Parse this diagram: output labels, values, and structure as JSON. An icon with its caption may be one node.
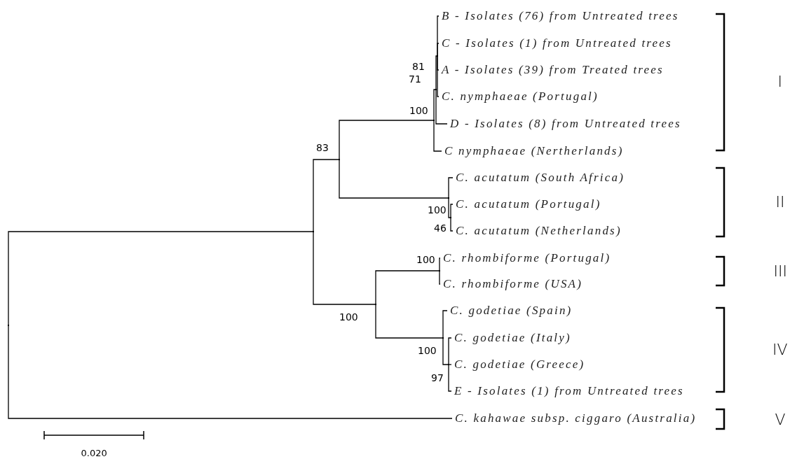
{
  "diagram": {
    "nodes": [
      {
        "text": [
          "B - Isolates (76) from Untreated trees"
        ]
      },
      {
        "text": [
          "C - Isolates (1) from Untreated trees"
        ]
      },
      {
        "text": [
          "A - Isolates (39) from Treated trees"
        ]
      },
      {
        "text": [
          "C. nymphaeae (Portugal)"
        ]
      },
      {
        "text": [
          "D - Isolates (8) from Untreated trees"
        ]
      },
      {
        "text": [
          "C nymphaeae (Nertherlands)"
        ]
      },
      {
        "text": [
          "C. acutatum (South Africa)"
        ]
      },
      {
        "text": [
          "C. acutatum (Portugal)"
        ]
      },
      {
        "text": [
          "C. acutatum (Netherlands)"
        ]
      },
      {
        "text": [
          "C. rhombiforme (Portugal)"
        ]
      },
      {
        "text": [
          "C. rhombiforme (USA)"
        ]
      },
      {
        "text": [
          "C. godetiae (Spain)"
        ]
      },
      {
        "text": [
          "C. godetiae (Italy)"
        ]
      },
      {
        "text": [
          "C. godetiae (Greece)"
        ]
      },
      {
        "text": [
          "E - Isolates (1) from Untreated trees"
        ]
      },
      {
        "text": [
          "C. kahawae subsp. ciggaro (Australia)"
        ]
      },
      {
        "text": [],
        "shape": "point"
      },
      {
        "text": [],
        "shape": "point"
      },
      {
        "text": [],
        "shape": "point",
        "beside": [
          "83"
        ]
      },
      {
        "text": [],
        "shape": "point",
        "beside": [
          "100"
        ]
      },
      {
        "text": [],
        "shape": "point",
        "beside": [
          "100"
        ]
      },
      {
        "text": [],
        "shape": "point",
        "beside": [
          "71"
        ]
      },
      {
        "text": [],
        "shape": "point",
        "beside": [
          "81"
        ]
      },
      {
        "text": [],
        "shape": "point",
        "beside": [
          "100"
        ]
      },
      {
        "text": [],
        "shape": "point",
        "beside": [
          "100"
        ]
      },
      {
        "text": [],
        "shape": "point",
        "beside": [
          "97"
        ]
      },
      {
        "text": [],
        "shape": "point",
        "beside": [
          "100"
        ]
      },
      {
        "text": [],
        "shape": "point",
        "beside": [
          "46"
        ]
      }
    ],
    "edges": [
      {
        "from": 16,
        "to": 17,
        "arrow": "none"
      },
      {
        "from": 16,
        "to": 15,
        "arrow": "none"
      },
      {
        "from": 17,
        "to": 18,
        "arrow": "none"
      },
      {
        "from": 17,
        "to": 19,
        "arrow": "none"
      },
      {
        "from": 18,
        "to": 20,
        "arrow": "none"
      },
      {
        "from": 18,
        "to": 26,
        "arrow": "none"
      },
      {
        "from": 20,
        "to": 21,
        "arrow": "none"
      },
      {
        "from": 20,
        "to": 5,
        "arrow": "none"
      },
      {
        "from": 21,
        "to": 22,
        "arrow": "none"
      },
      {
        "from": 21,
        "to": 4,
        "arrow": "none"
      },
      {
        "from": 22,
        "to": 0,
        "arrow": "none"
      },
      {
        "from": 22,
        "to": 1,
        "arrow": "none"
      },
      {
        "from": 22,
        "to": 2,
        "arrow": "none"
      },
      {
        "from": 22,
        "to": 3,
        "arrow": "none"
      },
      {
        "from": 26,
        "to": 6,
        "arrow": "none"
      },
      {
        "from": 26,
        "to": 27,
        "arrow": "none"
      },
      {
        "from": 27,
        "to": 7,
        "arrow": "none"
      },
      {
        "from": 27,
        "to": 8,
        "arrow": "none"
      },
      {
        "from": 19,
        "to": 23,
        "arrow": "none"
      },
      {
        "from": 19,
        "to": 24,
        "arrow": "none"
      },
      {
        "from": 23,
        "to": 9,
        "arrow": "none"
      },
      {
        "from": 23,
        "to": 10,
        "arrow": "none"
      },
      {
        "from": 24,
        "to": 11,
        "arrow": "none"
      },
      {
        "from": 24,
        "to": 25,
        "arrow": "none"
      },
      {
        "from": 25,
        "to": 12,
        "arrow": "none"
      },
      {
        "from": 25,
        "to": 13,
        "arrow": "none"
      },
      {
        "from": 25,
        "to": 14,
        "arrow": "none"
      }
    ],
    "labels": [
      "I",
      "II",
      "III",
      "IV",
      "V",
      "0.020"
    ]
  }
}
